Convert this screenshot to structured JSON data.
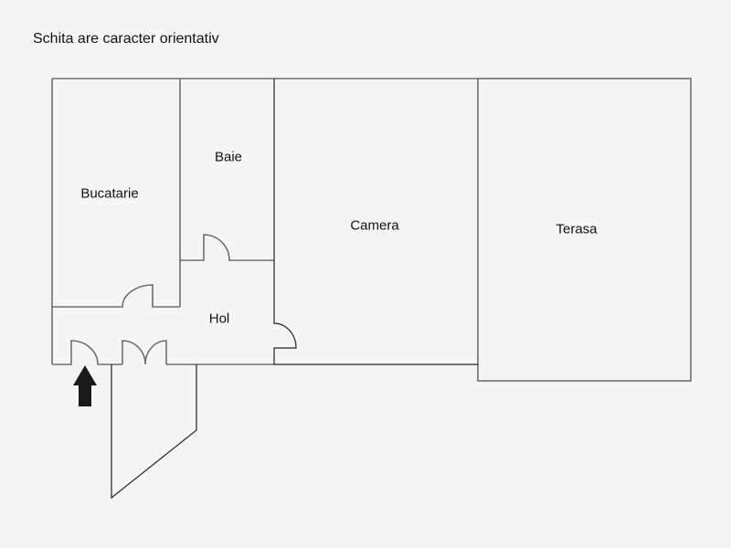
{
  "title": "Schita are caracter orientativ",
  "rooms": {
    "bucatarie": {
      "label": "Bucatarie"
    },
    "baie": {
      "label": "Baie"
    },
    "camera": {
      "label": "Camera"
    },
    "terasa": {
      "label": "Terasa"
    },
    "hol": {
      "label": "Hol"
    }
  },
  "colors": {
    "background": "#f5f5f5",
    "wall": "#6e6e6e",
    "inner_line": "#222222",
    "arrow": "#1a1a1a"
  },
  "icons": {
    "entrance_arrow": "arrow-up-icon"
  }
}
